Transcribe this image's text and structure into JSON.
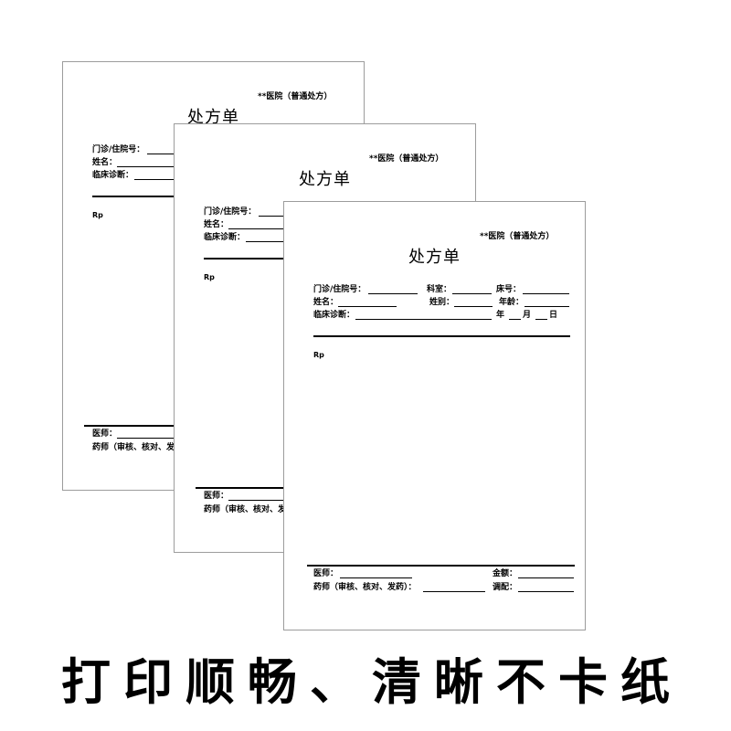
{
  "sheets": [
    {
      "hospital": "**医院（普通处方）",
      "title": "处方单",
      "outpatient_no_label": "门诊/住院号：",
      "name_label": "姓名：",
      "diagnosis_label": "临床诊断：",
      "rp": "Rp",
      "doctor_label": "医师：",
      "pharmacist_label": "药师（审核、核对、发"
    },
    {
      "hospital": "**医院（普通处方）",
      "title": "处方单",
      "outpatient_no_label": "门诊/住院号：",
      "name_label": "姓名：",
      "diagnosis_label": "临床诊断：",
      "rp": "Rp",
      "doctor_label": "医师：",
      "pharmacist_label": "药师（审核、核对、发"
    },
    {
      "hospital": "**医院（普通处方）",
      "title": "处方单",
      "outpatient_no_label": "门诊/住院号：",
      "department_label": "科室：",
      "bed_no_label": "床号：",
      "name_label": "姓名：",
      "gender_label": "姓别：",
      "age_label": "年龄：",
      "diagnosis_label": "临床诊断：",
      "year_label": "年",
      "month_label": "月",
      "day_label": "日",
      "rp": "Rp",
      "doctor_label": "医师：",
      "amount_label": "金额：",
      "pharmacist_label": "药师（审核、核对、发药）：",
      "dispense_label": "调配："
    }
  ],
  "caption": "打印顺畅、清晰不卡纸",
  "colors": {
    "background": "#ffffff",
    "sheet_border": "#9c9c9c",
    "ink": "#000000"
  }
}
